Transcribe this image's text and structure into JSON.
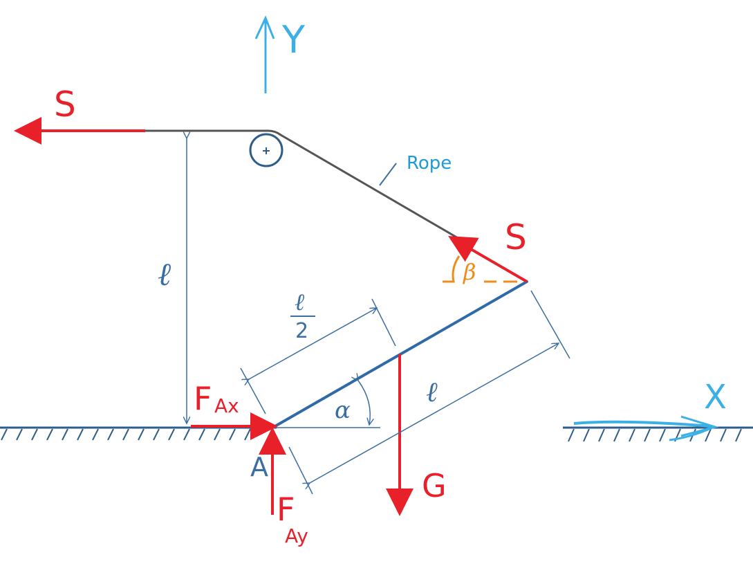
{
  "labels": {
    "axis_x": "X",
    "axis_y": "Y",
    "force_s_left": "S",
    "force_s_right": "S",
    "rope": "Rope",
    "length_vertical": "ℓ",
    "half_length_num": "ℓ",
    "half_length_den": "2",
    "length_beam": "ℓ",
    "angle_alpha": "α",
    "angle_beta": "β",
    "weight": "G",
    "point_a": "A",
    "fax_main": "F",
    "fax_sub": "Ax",
    "fay_main": "F",
    "fay_sub": "Ay"
  },
  "colors": {
    "force": "#e8202a",
    "dimension": "#3a6ea0",
    "beam": "#2f6aa8",
    "rope": "#555555",
    "axis": "#3bb0e6",
    "angle_beta": "#f08c1a",
    "ground": "#2f5d8a"
  }
}
